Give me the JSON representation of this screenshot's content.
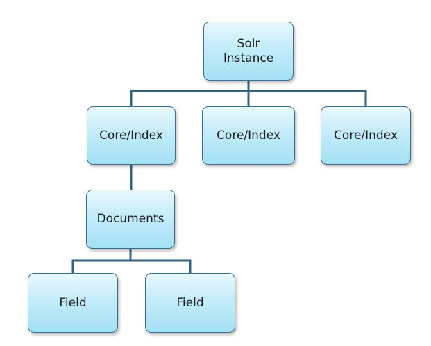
{
  "diagram": {
    "root": {
      "line1": "Solr",
      "line2": "Instance"
    },
    "cores": [
      {
        "label": "Core/Index"
      },
      {
        "label": "Core/Index"
      },
      {
        "label": "Core/Index"
      }
    ],
    "documents": {
      "label": "Documents"
    },
    "fields": [
      {
        "label": "Field"
      },
      {
        "label": "Field"
      }
    ],
    "colors": {
      "node_fill_top": "#e9f8fd",
      "node_fill_bottom": "#a5e0f4",
      "node_border": "#3a6f8f",
      "connector": "#2e6382"
    }
  }
}
